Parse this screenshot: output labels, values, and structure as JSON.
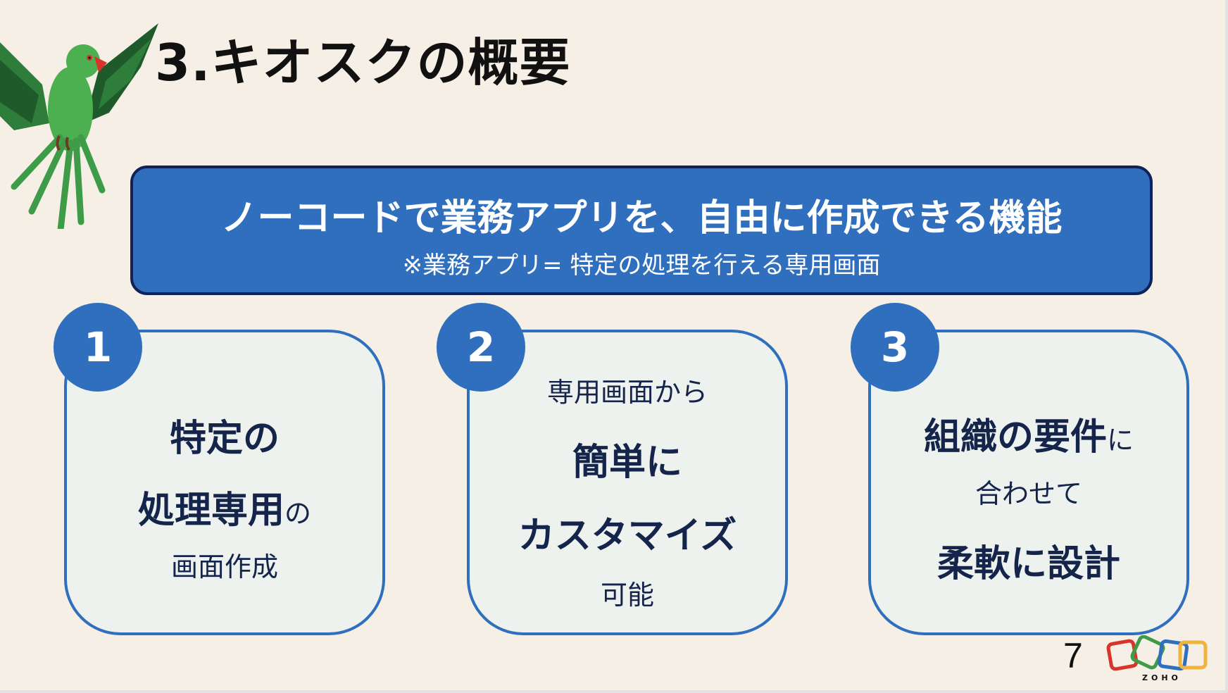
{
  "title": "3.キオスクの概要",
  "banner": {
    "headline": "ノーコードで業務アプリを、自由に作成できる機能",
    "note": "※業務アプリ= 特定の処理を行える専用画面"
  },
  "cards": [
    {
      "number": "1",
      "line1": "特定の",
      "line2_bold": "処理専用",
      "line2_reg": "の",
      "line3": "画面作成"
    },
    {
      "number": "2",
      "line1": "専用画面から",
      "line2": "簡単に",
      "line3": "カスタマイズ",
      "line4": "可能"
    },
    {
      "number": "3",
      "line1_bold": "組織の要件",
      "line1_reg": "に",
      "line2": "合わせて",
      "line3": "柔軟に設計"
    }
  ],
  "footer": {
    "page_number": "7",
    "logo_text": "ZOHO"
  },
  "colors": {
    "background": "#f6efe6",
    "accent": "#2f6fbd",
    "banner_border": "#0f2358",
    "text": "#14244a"
  }
}
